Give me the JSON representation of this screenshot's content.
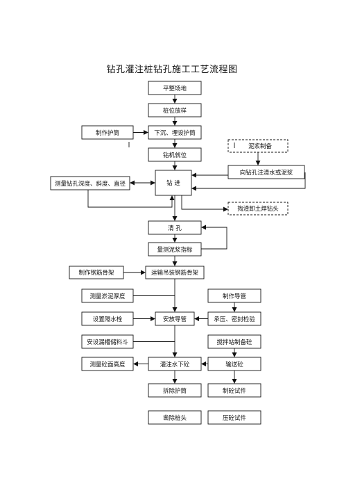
{
  "title": "钻孔灌注桩钻孔施工工艺流程图",
  "nodes": {
    "level": "平整场地",
    "pile_position": "桩位放样",
    "make_casing": "制作护筒",
    "sink_casing": "下沉、埋设护筒",
    "mud_prep": "泥浆制备",
    "rig_position": "钻机就位",
    "inject_water": "向钻孔注清水或泥浆",
    "measure_hole": "测量钻孔深度、斜度、直径",
    "drill": "钻 进",
    "remove_slag": "掏渣卸土焊钻头",
    "clean_hole": "清 孔",
    "measure_mud": "量测泥浆指标",
    "make_cage": "制作钢筋骨架",
    "hoist_cage": "运输吊装钢筋骨架",
    "measure_sediment": "测量淤泥厚度",
    "make_pipe": "制作导管",
    "set_plug": "设置隔水栓",
    "install_pipe": "安放导管",
    "pressure_test": "承压、密封检验",
    "install_hopper": "安设漏槽储料斗",
    "mix_station": "搅拌站制备砼",
    "measure_concrete": "测量砼面高度",
    "pour_concrete": "灌注水下砼",
    "transport_concrete": "输送砼",
    "remove_casing": "拆除护筒",
    "make_specimen": "制砼试件",
    "chisel_pile_head": "凿除桩头",
    "press_specimen": "压砼试件"
  }
}
